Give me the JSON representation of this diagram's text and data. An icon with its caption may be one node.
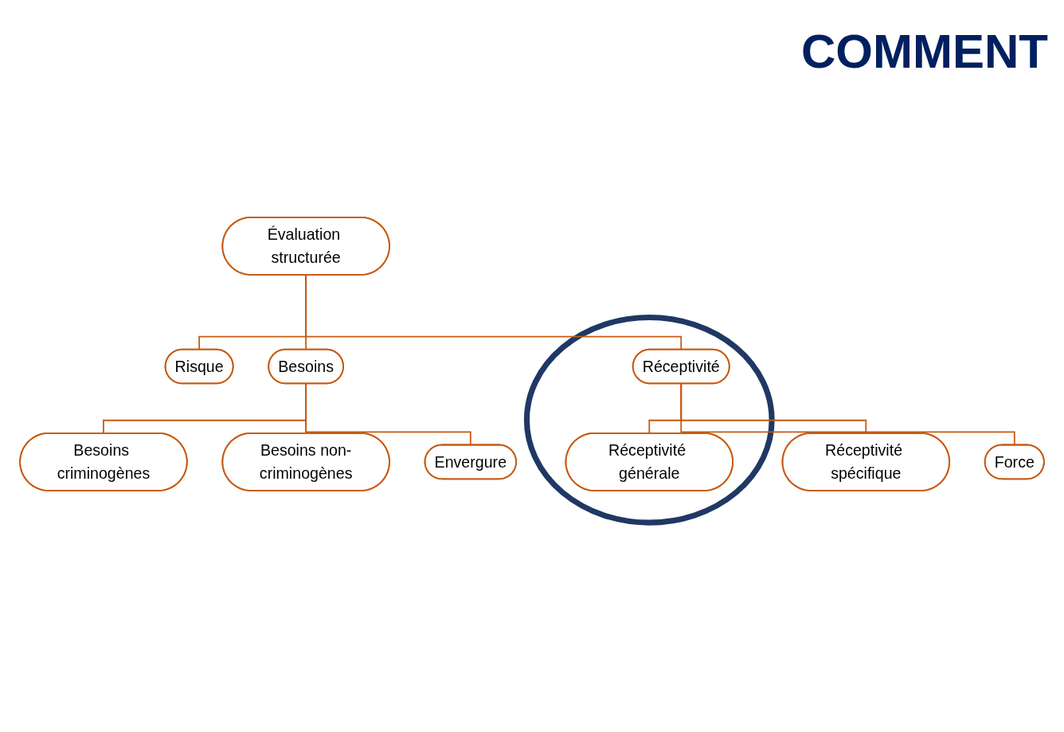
{
  "diagram": {
    "title": "COMMENT",
    "nodes": [
      {
        "text": [
          "Évaluation structurée"
        ]
      },
      {
        "text": [
          "Risque"
        ]
      },
      {
        "text": [
          "Besoins"
        ]
      },
      {
        "text": [],
        "shape": "circle"
      },
      {
        "text": [
          "Réceptivité"
        ],
        "in": 3
      },
      {
        "text": [
          "Besoins criminogènes"
        ]
      },
      {
        "text": [
          "Réceptivité générale"
        ],
        "in": 3
      },
      {
        "text": [
          "Besoins non-criminogènes"
        ]
      },
      {
        "text": [
          "Réceptivité spécifique"
        ]
      },
      {
        "text": [
          "Envergure"
        ]
      },
      {
        "text": [
          "Force"
        ]
      }
    ],
    "edges": [
      {
        "from": 0,
        "to": 1,
        "arrow": "none"
      },
      {
        "from": 0,
        "to": 2,
        "arrow": "none"
      },
      {
        "from": 0,
        "to": 4,
        "arrow": "none"
      },
      {
        "from": 2,
        "to": 5,
        "arrow": "none"
      },
      {
        "from": 2,
        "to": 7,
        "arrow": "none"
      },
      {
        "from": 2,
        "to": 9,
        "arrow": "none"
      },
      {
        "from": 4,
        "to": 6,
        "arrow": "none"
      },
      {
        "from": 4,
        "to": 8,
        "arrow": "none"
      },
      {
        "from": 4,
        "to": 10,
        "arrow": "none"
      }
    ]
  }
}
